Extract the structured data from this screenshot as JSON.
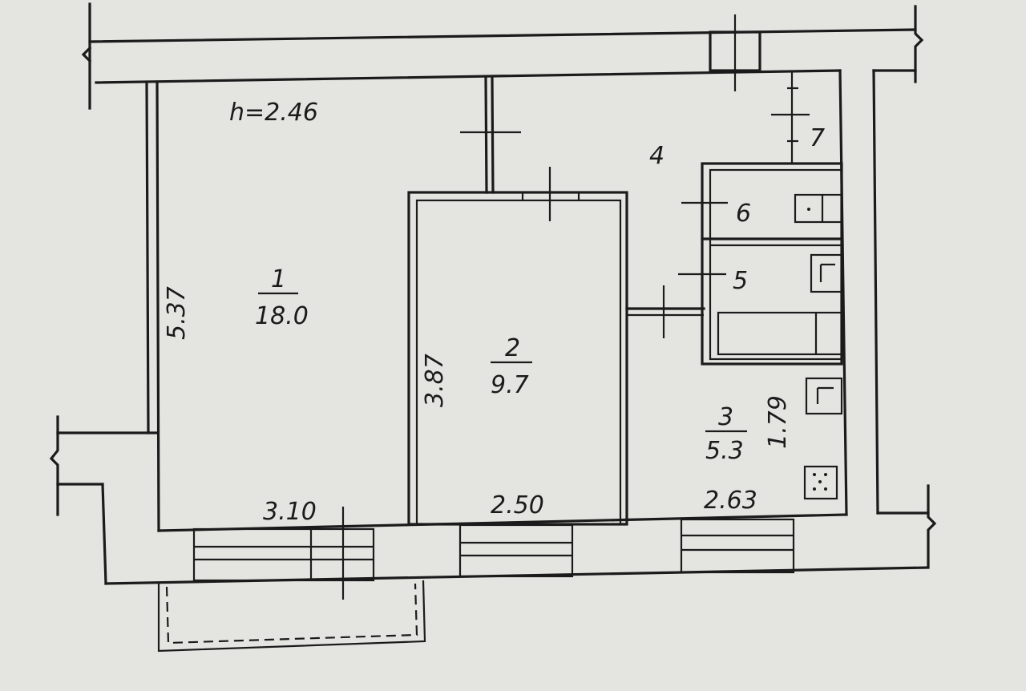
{
  "ceiling_height": "h=2.46",
  "rooms": [
    {
      "number": "1",
      "area": "18.0"
    },
    {
      "number": "2",
      "area": "9.7"
    },
    {
      "number": "3",
      "area": "5.3"
    },
    {
      "number": "4"
    },
    {
      "number": "5"
    },
    {
      "number": "6"
    },
    {
      "number": "7"
    }
  ],
  "dimensions": {
    "room1_length": "5.37",
    "room1_width": "3.10",
    "room2_length": "3.87",
    "room2_width": "2.50",
    "room3_length": "1.79",
    "room3_width": "2.63"
  }
}
